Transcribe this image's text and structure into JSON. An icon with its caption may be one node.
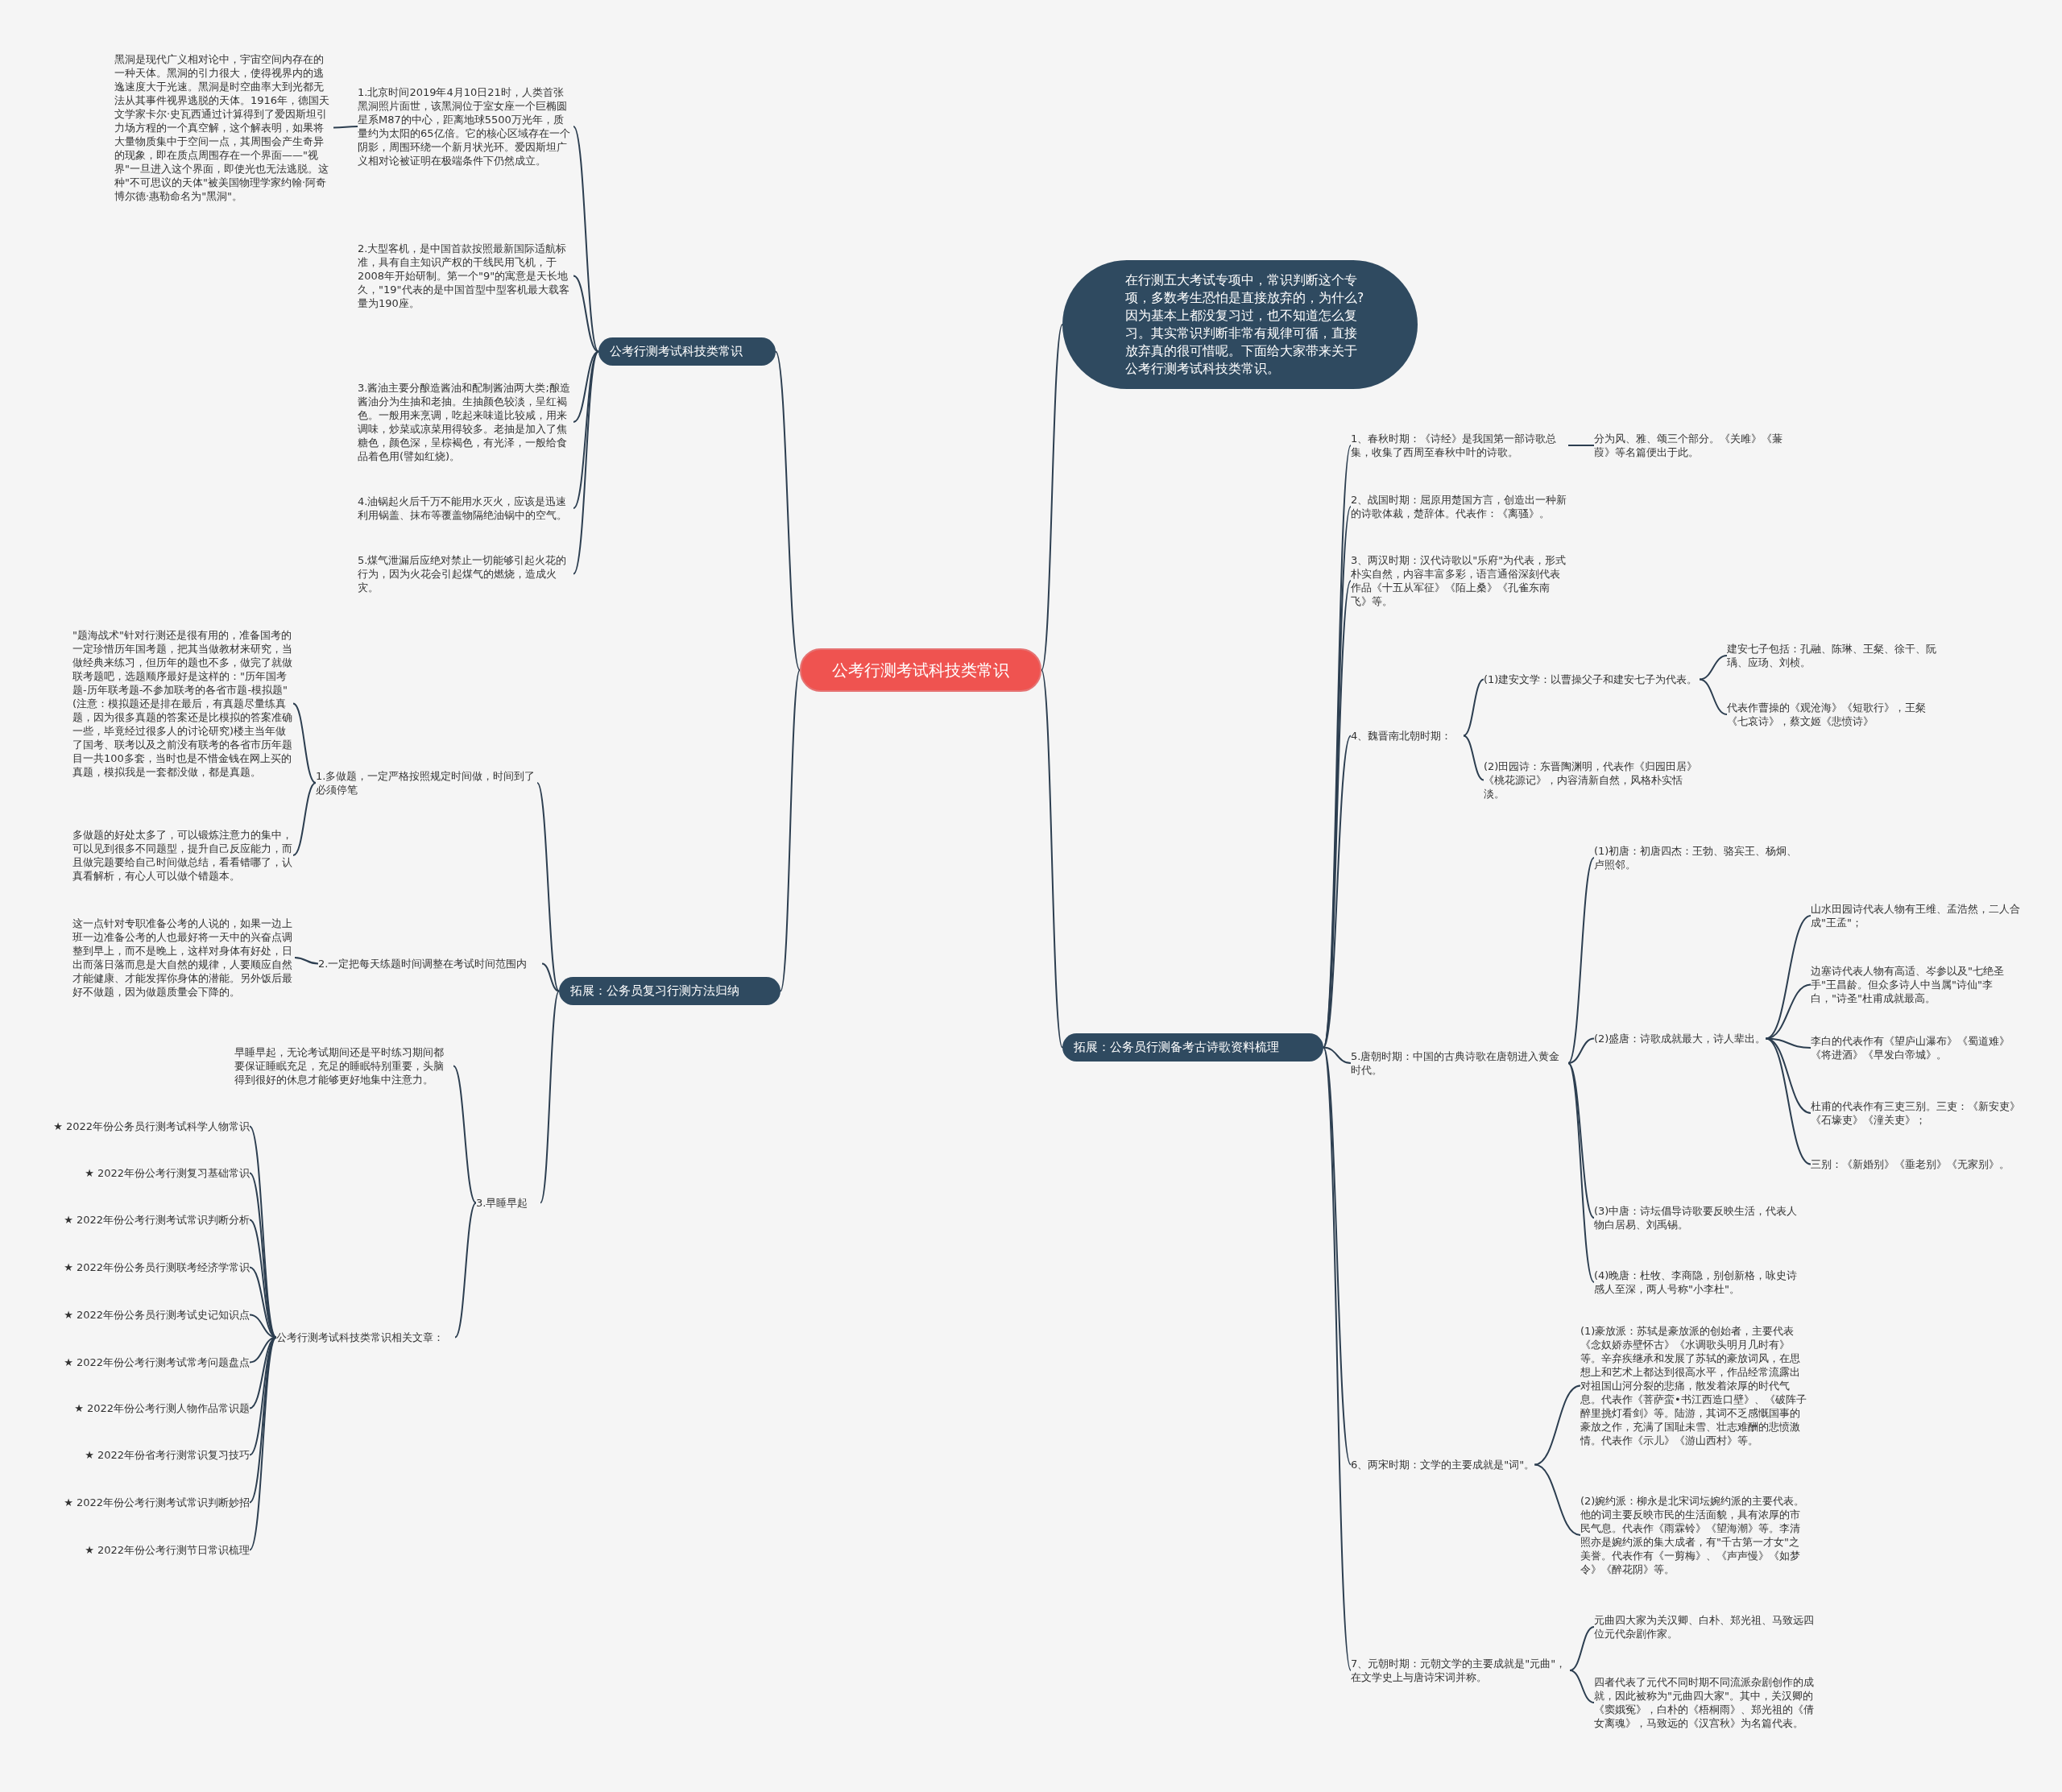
{
  "diagram": {
    "nodes": [
      {
        "text": [
          "公考行测考试科技类常识"
        ]
      },
      {
        "text": [
          "在行测五大考试专项中，常识判断这个专项，多数考生恐怕是直接放弃的，为什么?因为基本上都没复习过，也不知道怎么复习。其实常识判断非常有规律可循，直接放弃真的很可惜呢。下面给大家带来关于公考行测考试科技类常识。"
        ]
      },
      {
        "text": [
          "公考行测考试科技类常识"
        ]
      },
      {
        "text": [
          "1.北京时间2019年4月10日21时，人类首张黑洞照片面世，该黑洞位于室女座一个巨椭圆星系M87的中心，距离地球5500万光年，质量约为太阳的65亿倍。它的核心区域存在一个阴影，周围环绕一个新月状光环。爱因斯坦广义相对论被证明在极端条件下仍然成立。"
        ]
      },
      {
        "text": [
          "2.大型客机，是中国首款按照最新国际适航标准，具有自主知识产权的干线民用飞机，于2008年开始研制。第一个\"9\"的寓意是天长地久，\"19\"代表的是中国首型中型客机最大载客量为190座。"
        ]
      },
      {
        "text": [
          "3.酱油主要分酿造酱油和配制酱油两大类;酿造酱油分为生抽和老抽。生抽颜色较淡，呈红褐色。一般用来烹调，吃起来味道比较咸，用来调味，炒菜或凉菜用得较多。老抽是加入了焦糖色，颜色深，呈棕褐色，有光泽，一般给食品着色用(譬如红烧)。"
        ]
      },
      {
        "text": [
          "4.油锅起火后千万不能用水灭火，应该是迅速利用锅盖、抹布等覆盖物隔绝油锅中的空气。"
        ]
      },
      {
        "text": [
          "5.煤气泄漏后应绝对禁止一切能够引起火花的行为，因为火花会引起煤气的燃烧，造成火灾。"
        ]
      },
      {
        "text": [
          "黑洞是现代广义相对论中，宇宙空间内存在的一种天体。黑洞的引力很大，使得视界内的逃逸速度大于光速。黑洞是时空曲率大到光都无法从其事件视界逃脱的天体。1916年，德国天文学家卡尔·史瓦西通过计算得到了爱因斯坦引力场方程的一个真空解，这个解表明，如果将大量物质集中于空间一点，其周围会产生奇异的现象，即在质点周围存在一个界面——\"视界\"一旦进入这个界面，即使光也无法逃脱。这种\"不可思议的天体\"被美国物理学家约翰·阿奇博尔德·惠勒命名为\"黑洞\"。"
        ]
      },
      {
        "text": [
          "拓展：公务员复习行测方法归纳"
        ]
      },
      {
        "text": [
          "1.多做题，一定严格按照规定时间做，时间到了必须停笔"
        ]
      },
      {
        "text": [
          "\"题海战术\"针对行测还是很有用的，准备国考的一定珍惜历年国考题，把其当做教材来研究，当做经典来练习，但历年的题也不多，做完了就做联考题吧，选题顺序最好是这样的：\"历年国考题-历年联考题-不参加联考的各省市题-模拟题\"(注意：模拟题还是排在最后，有真题尽量练真题，因为很多真题的答案还是比模拟的答案准确一些，毕竟经过很多人的讨论研究)楼主当年做了国考、联考以及之前没有联考的各省市历年题目一共100多套，当时也是不惜金钱在网上买的真题，模拟我是一套都没做，都是真题。"
        ]
      },
      {
        "text": [
          "多做题的好处太多了，可以锻炼注意力的集中，可以见到很多不同题型，提升自己反应能力，而且做完题要给自己时间做总结，看看错哪了，认真看解析，有心人可以做个错题本。"
        ]
      },
      {
        "text": [
          "2.一定把每天练题时间调整在考试时间范围内"
        ]
      },
      {
        "text": [
          "这一点针对专职准备公考的人说的，如果一边上班一边准备公考的人也最好将一天中的兴奋点调整到早上，而不是晚上，这样对身体有好处，日出而落日落而息是大自然的规律，人要顺应自然才能健康、才能发挥你身体的潜能。另外饭后最好不做题，因为做题质量会下降的。"
        ]
      },
      {
        "text": [
          "3.早睡早起"
        ]
      },
      {
        "text": [
          "早睡早起，无论考试期间还是平时练习期间都要保证睡眠充足，充足的睡眠特别重要，头脑得到很好的休息才能够更好地集中注意力。"
        ]
      },
      {
        "text": [
          "公考行测考试科技类常识相关文章："
        ]
      },
      {
        "text": [
          "★ 2022年份公务员行测考试科学人物常识"
        ]
      },
      {
        "text": [
          "★ 2022年份公考行测复习基础常识"
        ]
      },
      {
        "text": [
          "★ 2022年份公考行测考试常识判断分析"
        ]
      },
      {
        "text": [
          "★ 2022年份公务员行测联考经济学常识"
        ]
      },
      {
        "text": [
          "★ 2022年份公务员行测考试史记知识点"
        ]
      },
      {
        "text": [
          "★ 2022年份公考行测考试常考问题盘点"
        ]
      },
      {
        "text": [
          "★ 2022年份公考行测人物作品常识题"
        ]
      },
      {
        "text": [
          "★ 2022年份省考行测常识复习技巧"
        ]
      },
      {
        "text": [
          "★ 2022年份公考行测考试常识判断妙招"
        ]
      },
      {
        "text": [
          "★ 2022年份公考行测节日常识梳理"
        ]
      },
      {
        "text": [
          "拓展：公务员行测备考古诗歌资料梳理"
        ]
      },
      {
        "text": [
          "1、春秋时期：《诗经》是我国第一部诗歌总集，收集了西周至春秋中叶的诗歌。"
        ]
      },
      {
        "text": [
          "分为风、雅、颂三个部分。《关雎》《蒹葭》等名篇便出于此。"
        ]
      },
      {
        "text": [
          "2、战国时期：屈原用楚国方言，创造出一种新的诗歌体裁，楚辞体。代表作：《离骚》。"
        ]
      },
      {
        "text": [
          "3、两汉时期：汉代诗歌以\"乐府\"为代表，形式朴实自然，内容丰富多彩，语言通俗深刻代表作品《十五从军征》《陌上桑》《孔雀东南飞》等。"
        ]
      },
      {
        "text": [
          "4、魏晋南北朝时期："
        ]
      },
      {
        "text": [
          "(1)建安文学：以曹操父子和建安七子为代表。"
        ]
      },
      {
        "text": [
          "建安七子包括：孔融、陈琳、王粲、徐干、阮瑀、应玚、刘桢。"
        ]
      },
      {
        "text": [
          "代表作曹操的《观沧海》《短歌行》，王粲《七哀诗》，蔡文姬《悲愤诗》"
        ]
      },
      {
        "text": [
          "(2)田园诗：东晋陶渊明，代表作《归园田居》《桃花源记》，内容清新自然，风格朴实恬淡。"
        ]
      },
      {
        "text": [
          "5.唐朝时期：中国的古典诗歌在唐朝进入黄金时代。"
        ]
      },
      {
        "text": [
          "(1)初唐：初唐四杰：王勃、骆宾王、杨炯、卢照邻。"
        ]
      },
      {
        "text": [
          "(2)盛唐：诗歌成就最大，诗人辈出。"
        ]
      },
      {
        "text": [
          "山水田园诗代表人物有王维、孟浩然，二人合成\"王孟\"；"
        ]
      },
      {
        "text": [
          "边塞诗代表人物有高适、岑参以及\"七绝圣手\"王昌龄。但众多诗人中当属\"诗仙\"李白，\"诗圣\"杜甫成就最高。"
        ]
      },
      {
        "text": [
          "李白的代表作有《望庐山瀑布》《蜀道难》《将进酒》《早发白帝城》。"
        ]
      },
      {
        "text": [
          "杜甫的代表作有三吏三别。三吏：《新安吏》《石壕吏》《潼关吏》；"
        ]
      },
      {
        "text": [
          "三别：《新婚别》《垂老别》《无家别》。"
        ]
      },
      {
        "text": [
          "(3)中唐：诗坛倡导诗歌要反映生活，代表人物白居易、刘禹锡。"
        ]
      },
      {
        "text": [
          "(4)晚唐：杜牧、李商隐，别创新格，咏史诗感人至深，两人号称\"小李杜\"。"
        ]
      },
      {
        "text": [
          "6、两宋时期：文学的主要成就是\"词\"。"
        ]
      },
      {
        "text": [
          "(1)豪放派：苏轼是豪放派的创始者，主要代表《念奴娇赤壁怀古》《水调歌头明月几时有》等。辛弃疾继承和发展了苏轼的豪放词风，在思想上和艺术上都达到很高水平，作品经常流露出对祖国山河分裂的悲痛，散发着浓厚的时代气息。代表作《菩萨蛮•书江西造口壁》、《破阵子醉里挑灯看剑》等。陆游，其词不乏感慨国事的豪放之作，充满了国耻未雪、壮志难酬的悲愤激情。代表作《示儿》《游山西村》等。"
        ]
      },
      {
        "text": [
          "(2)婉约派：柳永是北宋词坛婉约派的主要代表。他的词主要反映市民的生活面貌，具有浓厚的市民气息。代表作《雨霖铃》《望海潮》等。李清照亦是婉约派的集大成者，有\"千古第一才女\"之美誉。代表作有《一剪梅》、《声声慢》《如梦令》《醉花阴》等。"
        ]
      },
      {
        "text": [
          "7、元朝时期：元朝文学的主要成就是\"元曲\"，在文学史上与唐诗宋词并称。"
        ]
      },
      {
        "text": [
          "元曲四大家为关汉卿、白朴、郑光祖、马致远四位元代杂剧作家。"
        ]
      },
      {
        "text": [
          "四者代表了元代不同时期不同流派杂剧创作的成就，因此被称为\"元曲四大家\"。其中，关汉卿的《窦娥冤》，白朴的《梧桐雨》、郑光祖的《倩女离魂》，马致远的《汉宫秋》为名篇代表。"
        ]
      }
    ],
    "edges": [
      {
        "from": 0,
        "to": 1,
        "arrow": "none"
      },
      {
        "from": 0,
        "to": 2,
        "arrow": "none"
      },
      {
        "from": 0,
        "to": 9,
        "arrow": "none"
      },
      {
        "from": 0,
        "to": 28,
        "arrow": "none"
      },
      {
        "from": 2,
        "to": 3,
        "arrow": "none"
      },
      {
        "from": 2,
        "to": 4,
        "arrow": "none"
      },
      {
        "from": 2,
        "to": 5,
        "arrow": "none"
      },
      {
        "from": 2,
        "to": 6,
        "arrow": "none"
      },
      {
        "from": 2,
        "to": 7,
        "arrow": "none"
      },
      {
        "from": 3,
        "to": 8,
        "arrow": "none"
      },
      {
        "from": 9,
        "to": 10,
        "arrow": "none"
      },
      {
        "from": 9,
        "to": 13,
        "arrow": "none"
      },
      {
        "from": 9,
        "to": 15,
        "arrow": "none"
      },
      {
        "from": 10,
        "to": 11,
        "arrow": "none"
      },
      {
        "from": 10,
        "to": 12,
        "arrow": "none"
      },
      {
        "from": 13,
        "to": 14,
        "arrow": "none"
      },
      {
        "from": 15,
        "to": 16,
        "arrow": "none"
      },
      {
        "from": 15,
        "to": 17,
        "arrow": "none"
      },
      {
        "from": 17,
        "to": 18,
        "arrow": "none"
      },
      {
        "from": 17,
        "to": 19,
        "arrow": "none"
      },
      {
        "from": 17,
        "to": 20,
        "arrow": "none"
      },
      {
        "from": 17,
        "to": 21,
        "arrow": "none"
      },
      {
        "from": 17,
        "to": 22,
        "arrow": "none"
      },
      {
        "from": 17,
        "to": 23,
        "arrow": "none"
      },
      {
        "from": 17,
        "to": 24,
        "arrow": "none"
      },
      {
        "from": 17,
        "to": 25,
        "arrow": "none"
      },
      {
        "from": 17,
        "to": 26,
        "arrow": "none"
      },
      {
        "from": 17,
        "to": 27,
        "arrow": "none"
      },
      {
        "from": 28,
        "to": 29,
        "arrow": "none"
      },
      {
        "from": 28,
        "to": 31,
        "arrow": "none"
      },
      {
        "from": 28,
        "to": 32,
        "arrow": "none"
      },
      {
        "from": 28,
        "to": 33,
        "arrow": "none"
      },
      {
        "from": 28,
        "to": 38,
        "arrow": "none"
      },
      {
        "from": 28,
        "to": 48,
        "arrow": "none"
      },
      {
        "from": 28,
        "to": 51,
        "arrow": "none"
      },
      {
        "from": 29,
        "to": 30,
        "arrow": "none"
      },
      {
        "from": 33,
        "to": 34,
        "arrow": "none"
      },
      {
        "from": 33,
        "to": 37,
        "arrow": "none"
      },
      {
        "from": 34,
        "to": 35,
        "arrow": "none"
      },
      {
        "from": 34,
        "to": 36,
        "arrow": "none"
      },
      {
        "from": 38,
        "to": 39,
        "arrow": "none"
      },
      {
        "from": 38,
        "to": 40,
        "arrow": "none"
      },
      {
        "from": 38,
        "to": 46,
        "arrow": "none"
      },
      {
        "from": 38,
        "to": 47,
        "arrow": "none"
      },
      {
        "from": 40,
        "to": 41,
        "arrow": "none"
      },
      {
        "from": 40,
        "to": 42,
        "arrow": "none"
      },
      {
        "from": 40,
        "to": 43,
        "arrow": "none"
      },
      {
        "from": 40,
        "to": 44,
        "arrow": "none"
      },
      {
        "from": 40,
        "to": 45,
        "arrow": "none"
      },
      {
        "from": 48,
        "to": 49,
        "arrow": "none"
      },
      {
        "from": 48,
        "to": 50,
        "arrow": "none"
      },
      {
        "from": 51,
        "to": 52,
        "arrow": "none"
      },
      {
        "from": 51,
        "to": 53,
        "arrow": "none"
      }
    ]
  }
}
